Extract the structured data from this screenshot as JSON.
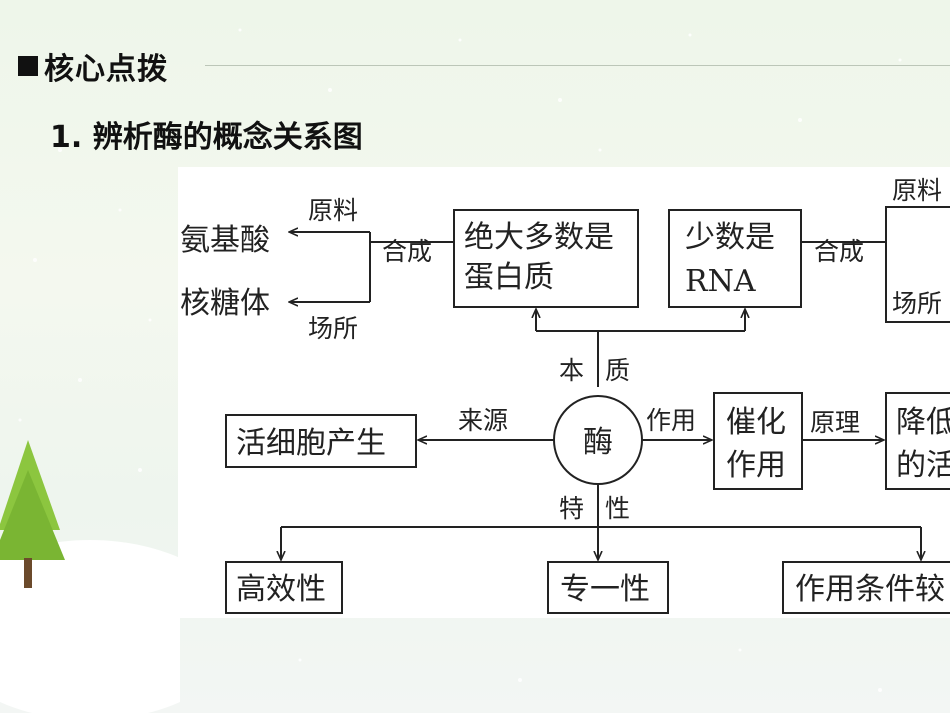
{
  "header": {
    "title": "核心点拨"
  },
  "subtitle": "1. 辨析酶的概念关系图",
  "diagram": {
    "center": "酶",
    "nature_label": [
      "本",
      "质"
    ],
    "nature_left": {
      "line1": "绝大多数是",
      "line2": "蛋白质",
      "arrow_label": "合成"
    },
    "nature_right": {
      "line1": "少数是",
      "line2": "RNA",
      "arrow_label": "合成"
    },
    "protein_materials": {
      "label": "原料",
      "target": "氨基酸"
    },
    "protein_site": {
      "label": "场所",
      "target": "核糖体"
    },
    "rna_materials": {
      "label": "原料"
    },
    "rna_site": {
      "label": "场所"
    },
    "source": {
      "label": "来源",
      "target": "活细胞产生"
    },
    "function": {
      "label": "作用",
      "target_line1": "催化",
      "target_line2": "作用"
    },
    "principle": {
      "label": "原理",
      "target_line1": "降低",
      "target_line2": "的活"
    },
    "characteristics": {
      "label": [
        "特",
        "性"
      ],
      "items": [
        "高效性",
        "专一性",
        "作用条件较"
      ]
    }
  }
}
